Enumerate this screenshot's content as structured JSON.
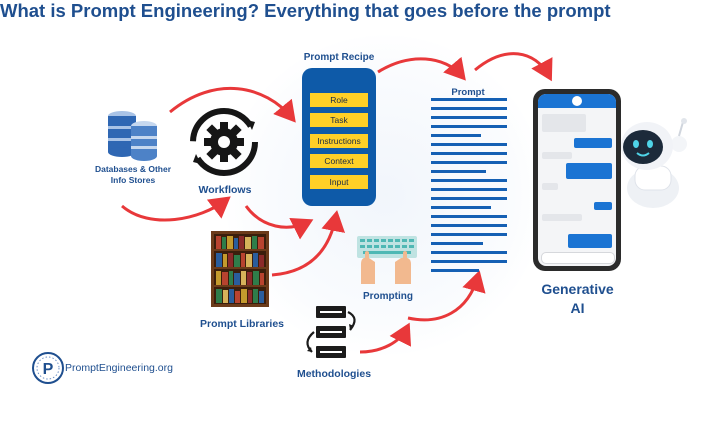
{
  "title": "What is Prompt Engineering? Everything that goes before the prompt",
  "nodes": {
    "databases": "Databases & Other\nInfo Stores",
    "workflows": "Workflows",
    "prompt_recipe": "Prompt Recipe",
    "prompt": "Prompt",
    "prompt_libraries": "Prompt Libraries",
    "prompting": "Prompting",
    "methodologies": "Methodologies",
    "generative_ai_line1": "Generative",
    "generative_ai_line2": "AI"
  },
  "recipe_items": [
    "Role",
    "Task",
    "Instructions",
    "Context",
    "Input"
  ],
  "brand": {
    "name": "PromptEngineering.org",
    "logo_letter": "P"
  },
  "colors": {
    "title": "#1f4f8f",
    "recipe_box": "#0e5aa8",
    "recipe_item": "#ffd027",
    "arrow": "#e8383a",
    "prompt_lines": "#1560b4",
    "chat_blue": "#1b74d3"
  },
  "icons": [
    "database-icon",
    "gear-cycle-icon",
    "bookshelf-icon",
    "keyboard-hands-icon",
    "methodology-flow-icon",
    "smartphone-chat-icon",
    "robot-icon",
    "brand-logo-icon"
  ]
}
